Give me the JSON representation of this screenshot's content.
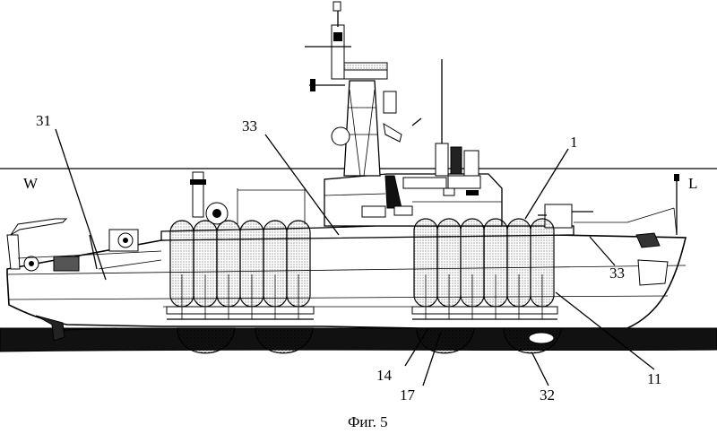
{
  "figure": {
    "caption": "Фиг. 5",
    "labels": {
      "n31": "31",
      "n33a": "33",
      "n1": "1",
      "w": "W",
      "l": "L",
      "n33b": "33",
      "n14": "14",
      "n17": "17",
      "n32": "32",
      "n11": "11"
    }
  }
}
